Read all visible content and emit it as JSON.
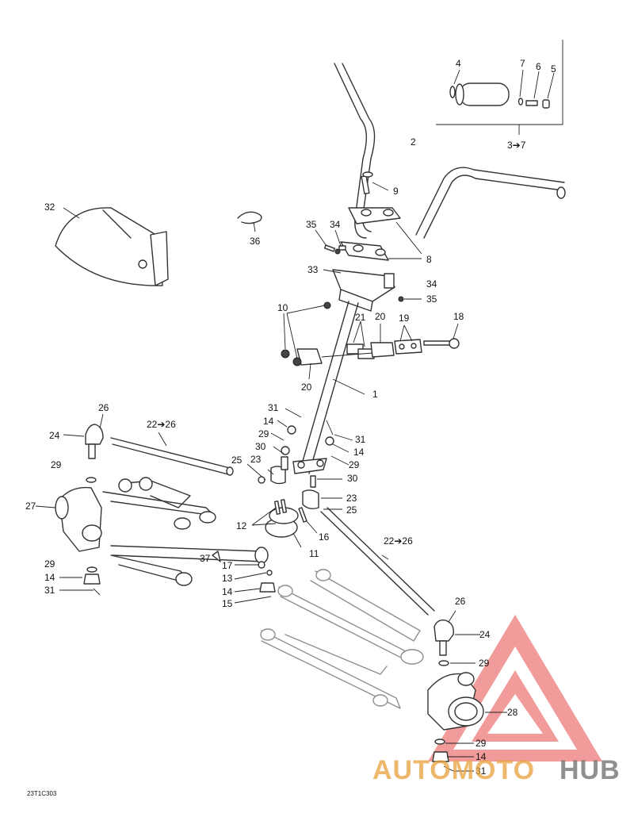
{
  "callouts": {
    "c1": "1",
    "c2": "2",
    "c3_7": "3➔7",
    "c4": "4",
    "c5": "5",
    "c6": "6",
    "c7": "7",
    "c8": "8",
    "c9": "9",
    "c10": "10",
    "c11": "11",
    "c12": "12",
    "c13": "13",
    "c14a": "14",
    "c14b": "14",
    "c14c": "14",
    "c14d": "14",
    "c14e": "14",
    "c15": "15",
    "c16": "16",
    "c17": "17",
    "c18": "18",
    "c19": "19",
    "c20a": "20",
    "c20b": "20",
    "c21": "21",
    "c22a": "22➔26",
    "c22b": "22➔26",
    "c23a": "23",
    "c23b": "23",
    "c24a": "24",
    "c24b": "24",
    "c25a": "25",
    "c25b": "25",
    "c26a": "26",
    "c26b": "26",
    "c27": "27",
    "c28": "28",
    "c29a": "29",
    "c29b": "29",
    "c29c": "29",
    "c29d": "29",
    "c29e": "29",
    "c29f": "29",
    "c30a": "30",
    "c30b": "30",
    "c31a": "31",
    "c31b": "31",
    "c31c": "31",
    "c31d": "31",
    "c32": "32",
    "c33": "33",
    "c34a": "34",
    "c34b": "34",
    "c35a": "35",
    "c35b": "35",
    "c36": "36",
    "c37": "37"
  },
  "drawing_code": "23T1C303",
  "watermark": {
    "part1": "AUTOMOTO",
    "part2": "HUB",
    "color_primary": "#e84a4a",
    "color_secondary": "#6b6b6b"
  }
}
